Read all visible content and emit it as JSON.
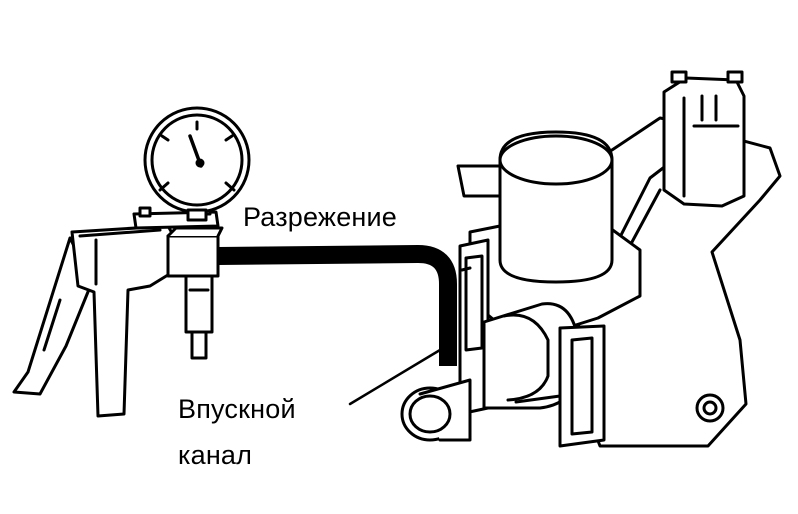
{
  "labels": {
    "vacuum": "Разрежение",
    "intake_line1": "Впускной",
    "intake_line2": "канал"
  },
  "colors": {
    "ink": "#000000",
    "paper": "#ffffff"
  }
}
